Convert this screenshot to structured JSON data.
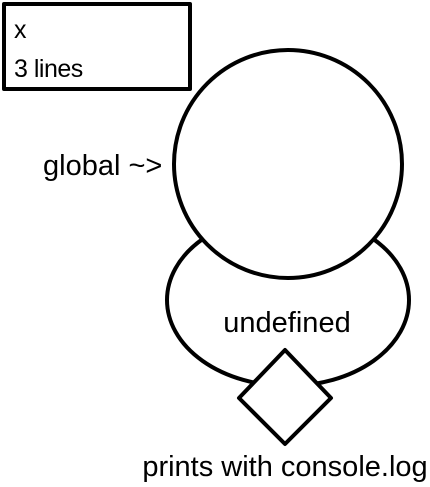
{
  "box": {
    "name": "x",
    "lines": "3 lines"
  },
  "pointer": {
    "label": "global ~>"
  },
  "scope": {
    "value": "undefined"
  },
  "side_effect": {
    "label": "prints with console.log"
  },
  "colors": {
    "stroke": "#000000",
    "fill": "#ffffff"
  }
}
